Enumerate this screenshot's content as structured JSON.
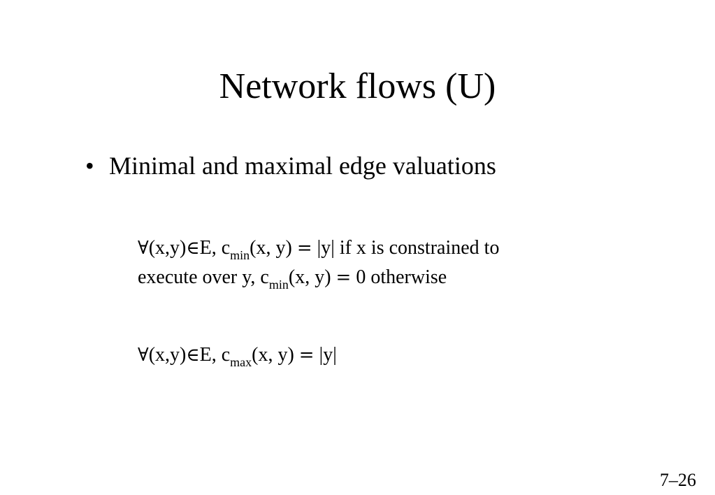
{
  "slide": {
    "title": "Network flows (U)",
    "bullet_symbol": "•",
    "bullet_text": "Minimal and maximal edge valuations",
    "formula_min": {
      "forall": "∀",
      "pair": "(x,y)",
      "element_of": "∈",
      "set": "E, c",
      "sub": "min",
      "args": "(x, y) ",
      "equals": "=",
      "rest": " |y| if x is constrained to",
      "line2_prefix": "execute over y, c",
      "line2_sub": "min",
      "line2_args": "(x, y) ",
      "line2_equals": "=",
      "line2_rest": " 0 otherwise"
    },
    "formula_max": {
      "forall": "∀",
      "pair": "(x,y)",
      "element_of": "∈",
      "set": "E, c",
      "sub": "max",
      "args": "(x, y) ",
      "equals": "=",
      "rest": " |y|"
    },
    "slide_number": "7–26"
  }
}
